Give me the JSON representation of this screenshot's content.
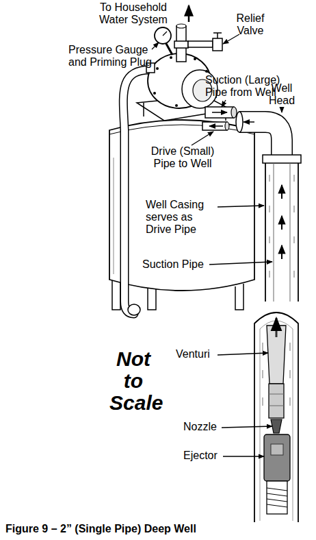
{
  "diagram": {
    "caption": "Figure 9 – 2” (Single Pipe) Deep Well",
    "labels": [
      "To Household Water System",
      "Relief Valve",
      "Pressure Gauge and Priming Plug",
      "Suction (Large) Pipe from Well",
      "Well Head",
      "Drive (Small) Pipe to Well",
      "Well Casing serves as Drive Pipe",
      "Suction Pipe",
      "Not to Scale",
      "Venturi",
      "Nozzle",
      "Ejector"
    ]
  }
}
